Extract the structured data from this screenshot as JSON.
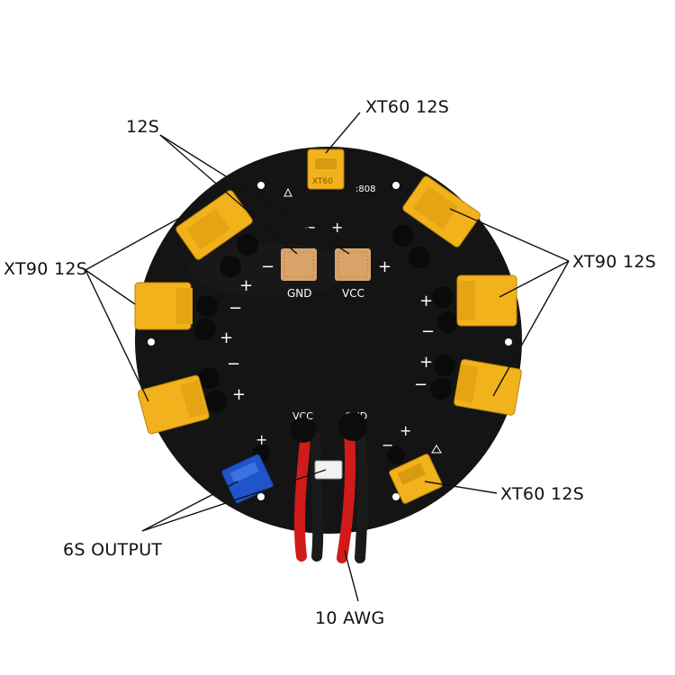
{
  "labels": {
    "xt60_top": "XT60 12S",
    "s12": "12S",
    "xt90_left": "XT90 12S",
    "xt90_right": "XT90 12S",
    "xt60_bottom": "XT60 12S",
    "output_6s": "6S  OUTPUT",
    "awg": "10 AWG"
  },
  "board": {
    "gnd_pad": "GND",
    "vcc_pad": "VCC",
    "vcc_bottom": "VCC",
    "gnd_bottom": "GND",
    "xt60_marking": "XT60",
    "plus": "+",
    "minus": "−"
  },
  "colors": {
    "board": "#141414",
    "connector": "#f2b21c",
    "pad": "#d9a46a",
    "blue_connector": "#1f55c8",
    "wire_red": "#d11a1a",
    "wire_black": "#1a1a1a"
  }
}
